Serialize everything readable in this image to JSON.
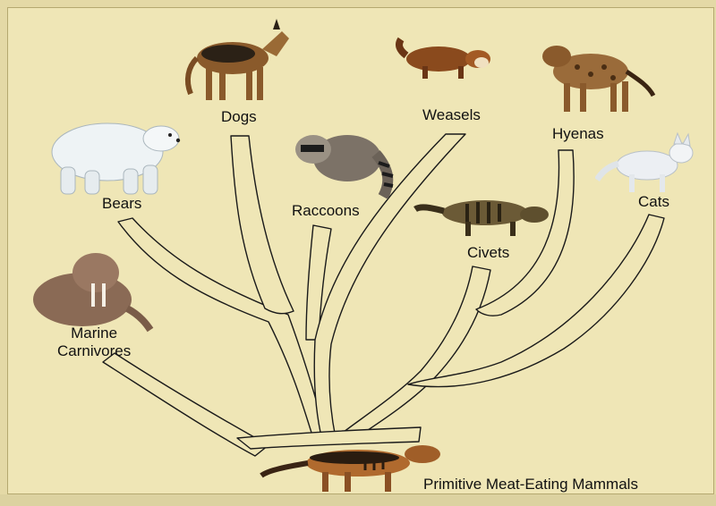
{
  "labels": {
    "bears": "Bears",
    "dogs": "Dogs",
    "raccoons": "Raccoons",
    "weasels": "Weasels",
    "hyenas": "Hyenas",
    "civets": "Civets",
    "cats": "Cats",
    "marine_line1": "Marine",
    "marine_line2": "Carnivores",
    "ancestor": "Primitive Meat-Eating Mammals"
  },
  "colors": {
    "background": "#efe6b6",
    "branch_stroke": "#1a1a1a",
    "branch_fill": "#efe6b6"
  }
}
